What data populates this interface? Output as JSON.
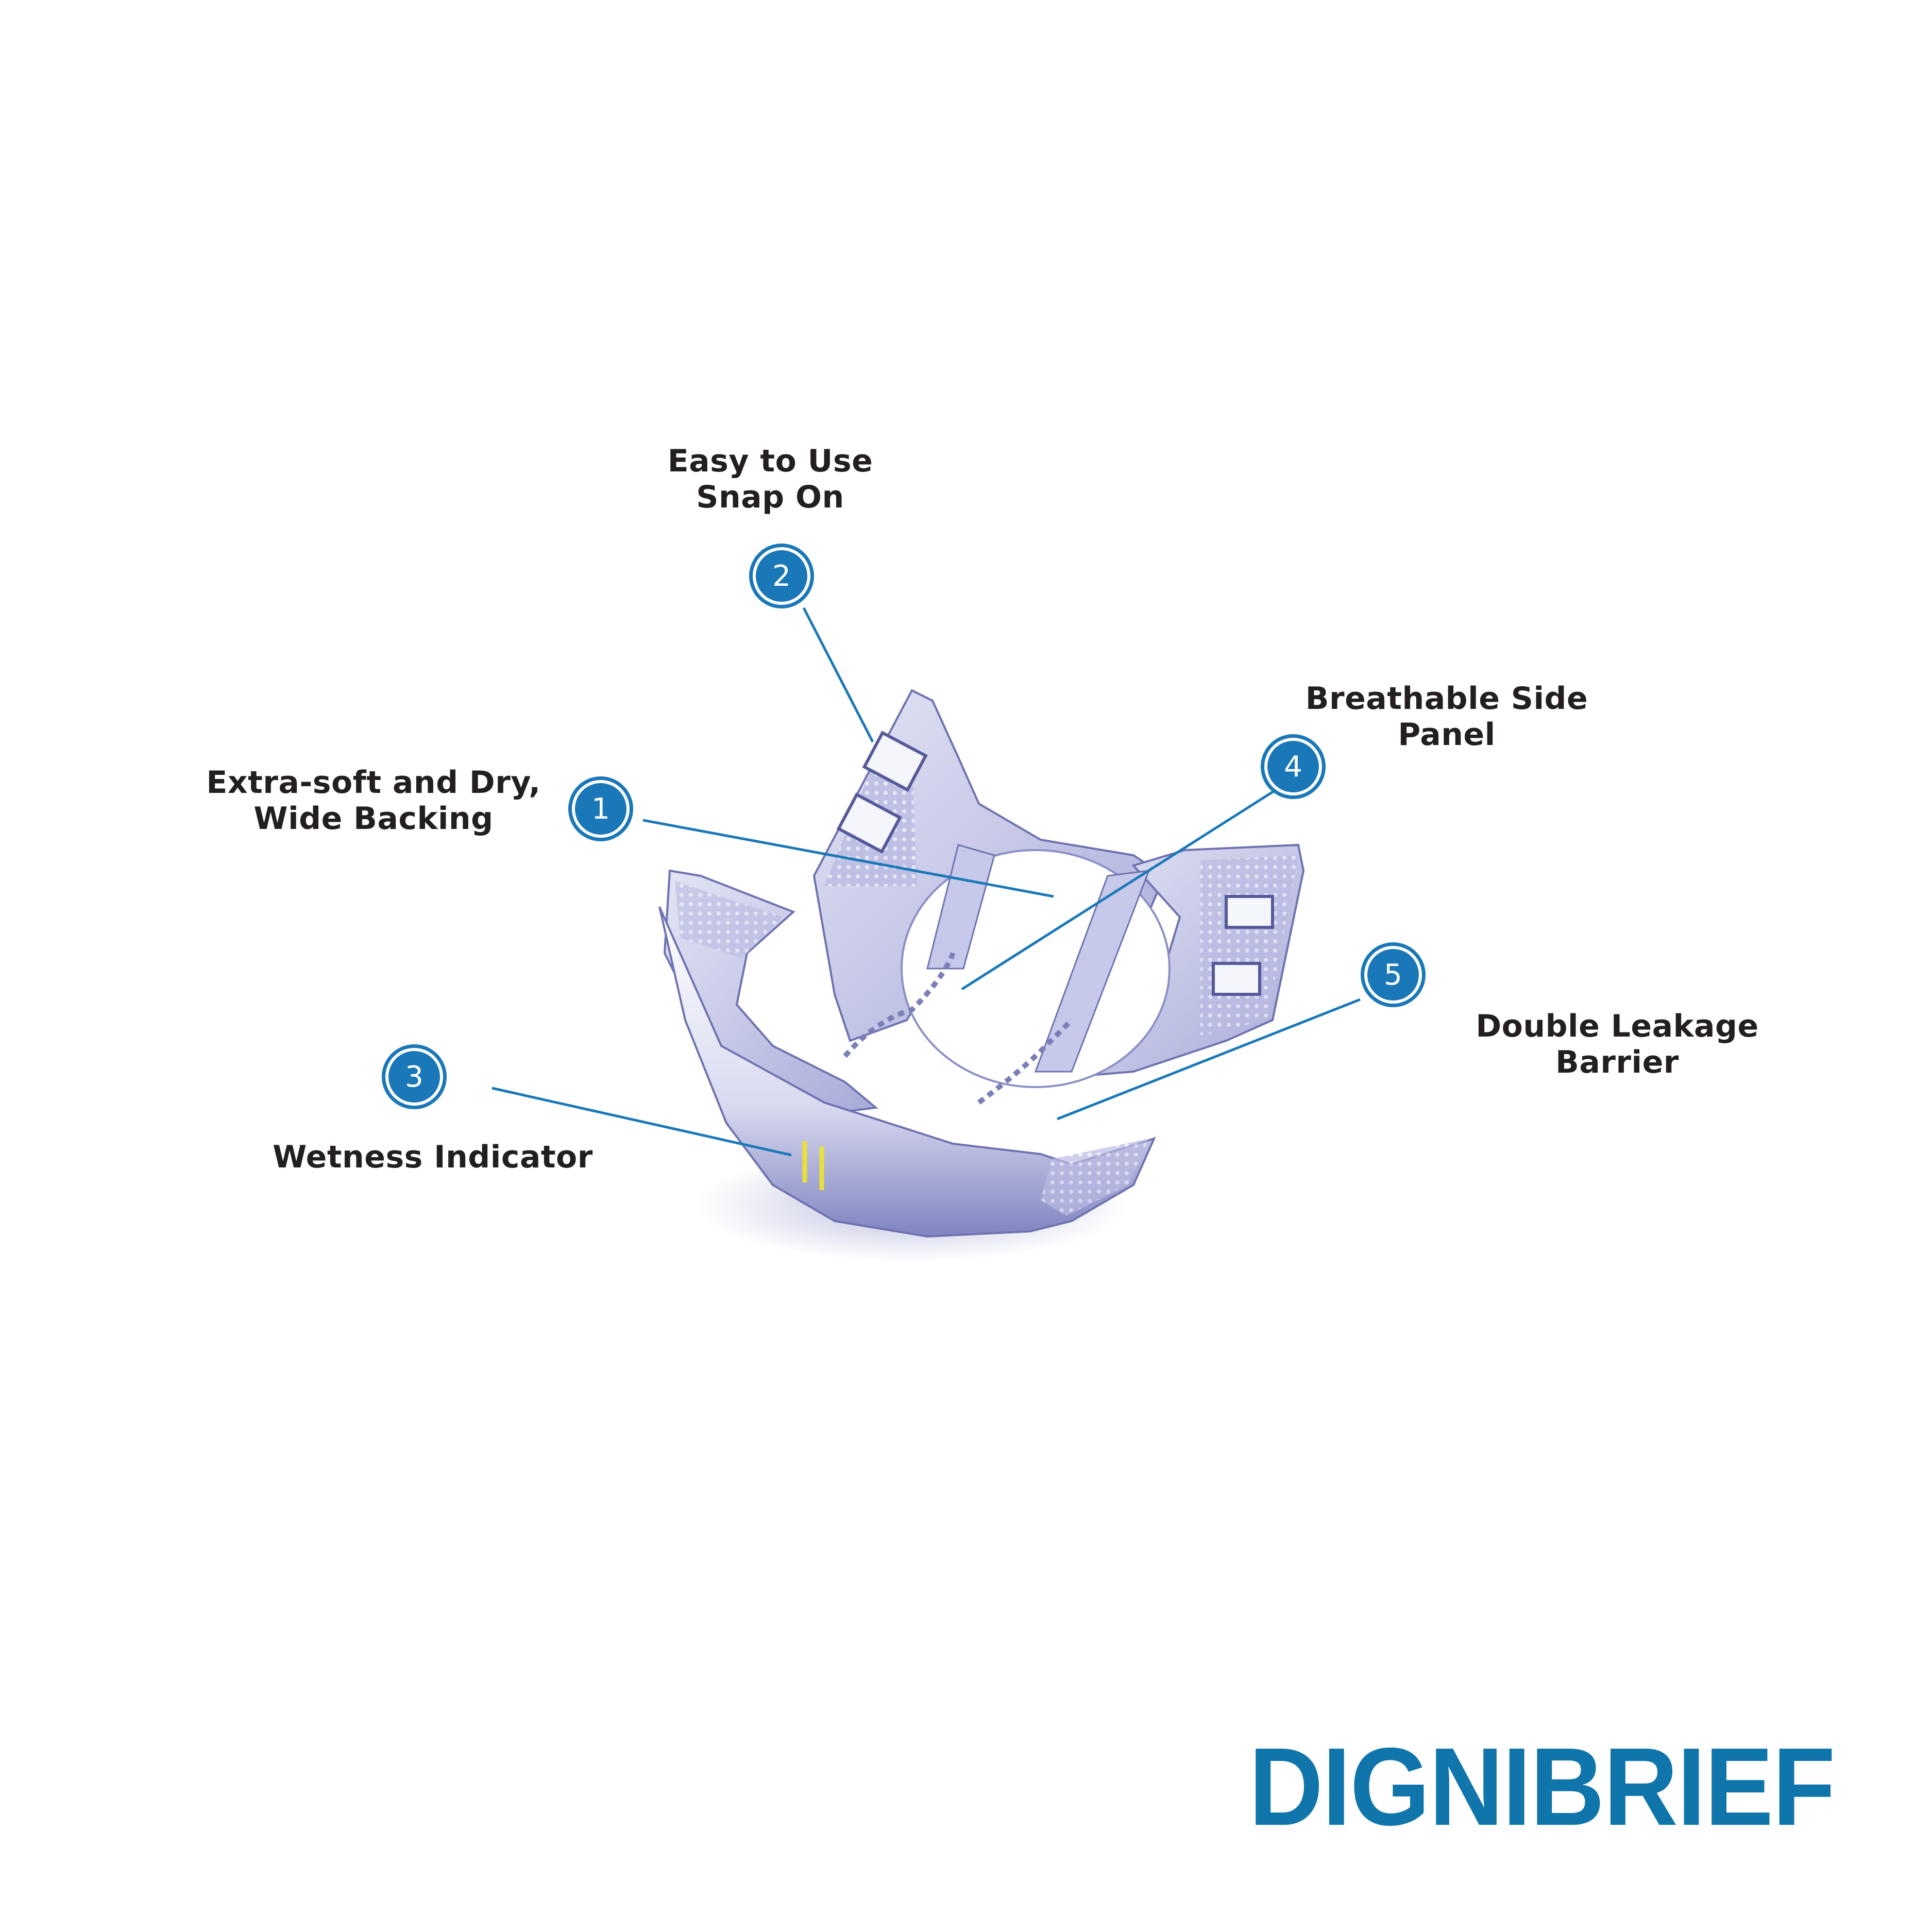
{
  "product": {
    "brand_name": "DIGNIBRIEF",
    "accent_color": "#1a78b8",
    "brand_color": "#0f75aa"
  },
  "callouts": [
    {
      "number": "1",
      "lines": [
        "Extra-soft and Dry,",
        "Wide Backing"
      ]
    },
    {
      "number": "2",
      "lines": [
        "Easy to Use",
        "Snap On"
      ]
    },
    {
      "number": "3",
      "lines": [
        "Wetness Indicator"
      ]
    },
    {
      "number": "4",
      "lines": [
        "Breathable Side",
        "Panel"
      ]
    },
    {
      "number": "5",
      "lines": [
        "Double Leakage",
        "Barrier"
      ]
    }
  ],
  "illustration": {
    "subject": "adult-brief-diagram",
    "indicator_color": "#e8e03a"
  }
}
